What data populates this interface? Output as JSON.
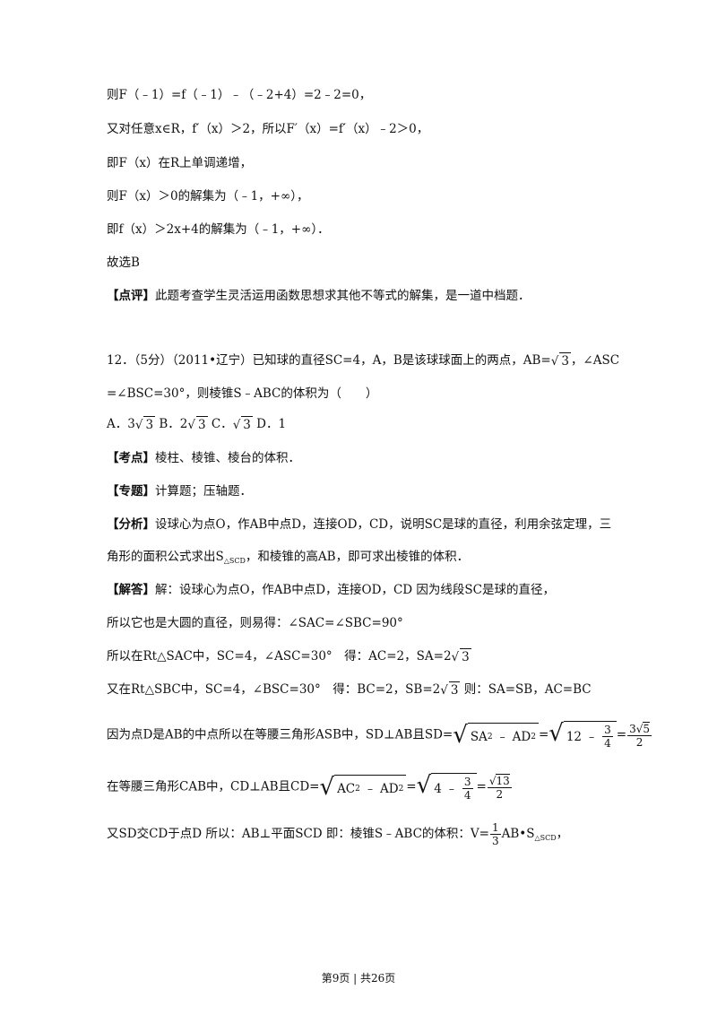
{
  "lines": {
    "l1": "则F（﹣1）=f（﹣1）﹣（﹣2+4）=2﹣2=0，",
    "l2": "又对任意x∈R，f′（x）＞2，所以F′（x）=f′（x）﹣2＞0，",
    "l3": "即F（x）在R上单调递增，",
    "l4": "则F（x）＞0的解集为（﹣1，+∞），",
    "l5": "即f（x）＞2x+4的解集为（﹣1，+∞）．",
    "l6": "故选B",
    "l7_tag": "【点评】",
    "l7_text": "此题考查学生灵活运用函数思想求其他不等式的解集，是一道中档题．",
    "q12_a": "12．（5分）（2011•辽宁）已知球的直径SC=4，A，B是该球球面上的两点，AB=",
    "q12_b": "，∠ASC",
    "q12_line2": "=∠BSC=30°，则棱锥S﹣ABC的体积为（　　）",
    "opts_a": "A．3",
    "opts_b": " B．2",
    "opts_c": " C．",
    "opts_d": " D．1",
    "kd_tag": "【考点】",
    "kd_text": "棱柱、棱锥、棱台的体积．",
    "zt_tag": "【专题】",
    "zt_text": "计算题；压轴题．",
    "fx_tag": "【分析】",
    "fx_text": "设球心为点O，作AB中点D，连接OD，CD，说明SC是球的直径，利用余弦定理，三",
    "fx_line2_a": "角形的面积公式求出S",
    "fx_line2_sub": "△SCD",
    "fx_line2_b": "，和棱锥的高AB，即可求出棱锥的体积．",
    "jd_tag": "【解答】",
    "jd_text": "解：设球心为点O，作AB中点D，连接OD，CD 因为线段SC是球的直径，",
    "jd2": "所以它也是大圆的直径，则易得：∠SAC=∠SBC=90°",
    "jd3": "所以在Rt△SAC中，SC=4，∠ASC=30°　得：AC=2，SA=2",
    "jd4_a": "又在Rt△SBC中，SC=4，∠BSC=30°　得：BC=2，SB=2",
    "jd4_b": " 则：SA=SB，AC=BC",
    "jd5": "因为点D是AB的中点所以在等腰三角形ASB中，SD⊥AB且SD=",
    "jd6": "在等腰三角形CAB中，CD⊥AB且CD=",
    "jd7_a": "又SD交CD于点D 所以：AB⊥平面SCD 即：棱锥S﹣ABC的体积：V=",
    "jd7_b": "AB•S",
    "jd7_sub": "△SCD",
    "jd7_c": "，"
  },
  "math": {
    "three": "3",
    "sa": "SA",
    "ad": "AD",
    "ac": "AC",
    "two": "2",
    "minus": "﹣",
    "eq": "=",
    "twelve": "12",
    "four": "4",
    "frac34_num": "3",
    "frac34_den": "4",
    "res1_num_a": "3",
    "res1_num_b": "5",
    "res1_den": "2",
    "res2_num": "13",
    "res2_den": "2",
    "third_num": "1",
    "third_den": "3"
  },
  "footer": "第9页 | 共26页"
}
